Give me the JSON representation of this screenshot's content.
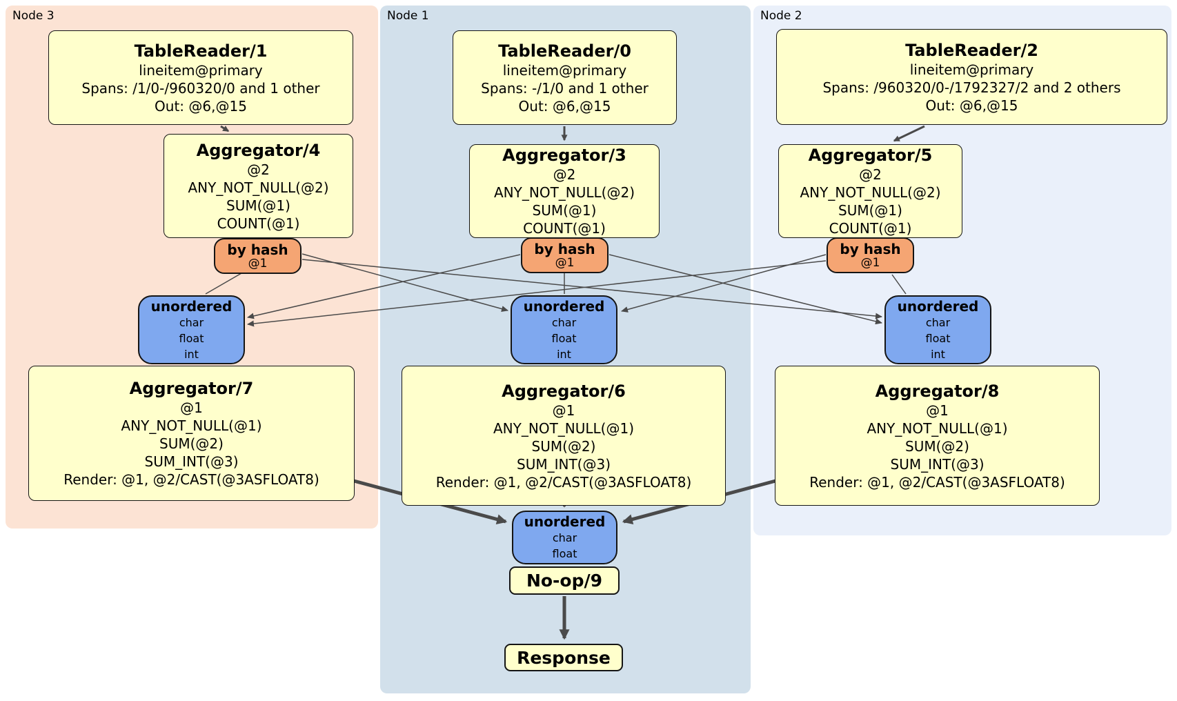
{
  "colors": {
    "node3_bg": "#fce3d4",
    "node1_bg": "#d2e0eb",
    "node2_bg": "#eaf0fa",
    "processor_bg": "#ffffcc",
    "router_bg": "#f5a573",
    "sync_bg": "#7fa8ef",
    "edge": "#4a4a4a"
  },
  "regions": [
    {
      "label": "Node 3"
    },
    {
      "label": "Node 1"
    },
    {
      "label": "Node 2"
    }
  ],
  "processors": {
    "tr1": {
      "title": "TableReader/1",
      "lines": [
        "lineitem@primary",
        "Spans: /1/0-/960320/0 and 1 other",
        "Out: @6,@15"
      ]
    },
    "tr0": {
      "title": "TableReader/0",
      "lines": [
        "lineitem@primary",
        "Spans: -/1/0 and 1 other",
        "Out: @6,@15"
      ]
    },
    "tr2": {
      "title": "TableReader/2",
      "lines": [
        "lineitem@primary",
        "Spans: /960320/0-/1792327/2 and 2 others",
        "Out: @6,@15"
      ]
    },
    "agg4": {
      "title": "Aggregator/4",
      "lines": [
        "@2",
        "ANY_NOT_NULL(@2)",
        "SUM(@1)",
        "COUNT(@1)"
      ]
    },
    "agg3": {
      "title": "Aggregator/3",
      "lines": [
        "@2",
        "ANY_NOT_NULL(@2)",
        "SUM(@1)",
        "COUNT(@1)"
      ]
    },
    "agg5": {
      "title": "Aggregator/5",
      "lines": [
        "@2",
        "ANY_NOT_NULL(@2)",
        "SUM(@1)",
        "COUNT(@1)"
      ]
    },
    "agg7": {
      "title": "Aggregator/7",
      "lines": [
        "@1",
        "ANY_NOT_NULL(@1)",
        "SUM(@2)",
        "SUM_INT(@3)",
        "Render: @1, @2/CAST(@3ASFLOAT8)"
      ]
    },
    "agg6": {
      "title": "Aggregator/6",
      "lines": [
        "@1",
        "ANY_NOT_NULL(@1)",
        "SUM(@2)",
        "SUM_INT(@3)",
        "Render: @1, @2/CAST(@3ASFLOAT8)"
      ]
    },
    "agg8": {
      "title": "Aggregator/8",
      "lines": [
        "@1",
        "ANY_NOT_NULL(@1)",
        "SUM(@2)",
        "SUM_INT(@3)",
        "Render: @1, @2/CAST(@3ASFLOAT8)"
      ]
    },
    "noop": {
      "title": "No-op/9"
    },
    "response": {
      "title": "Response"
    }
  },
  "router": {
    "label": "by hash",
    "detail": "@1"
  },
  "sync": {
    "label": "unordered",
    "types_full": [
      "char",
      "float",
      "int"
    ],
    "types_final": [
      "char",
      "float"
    ]
  }
}
